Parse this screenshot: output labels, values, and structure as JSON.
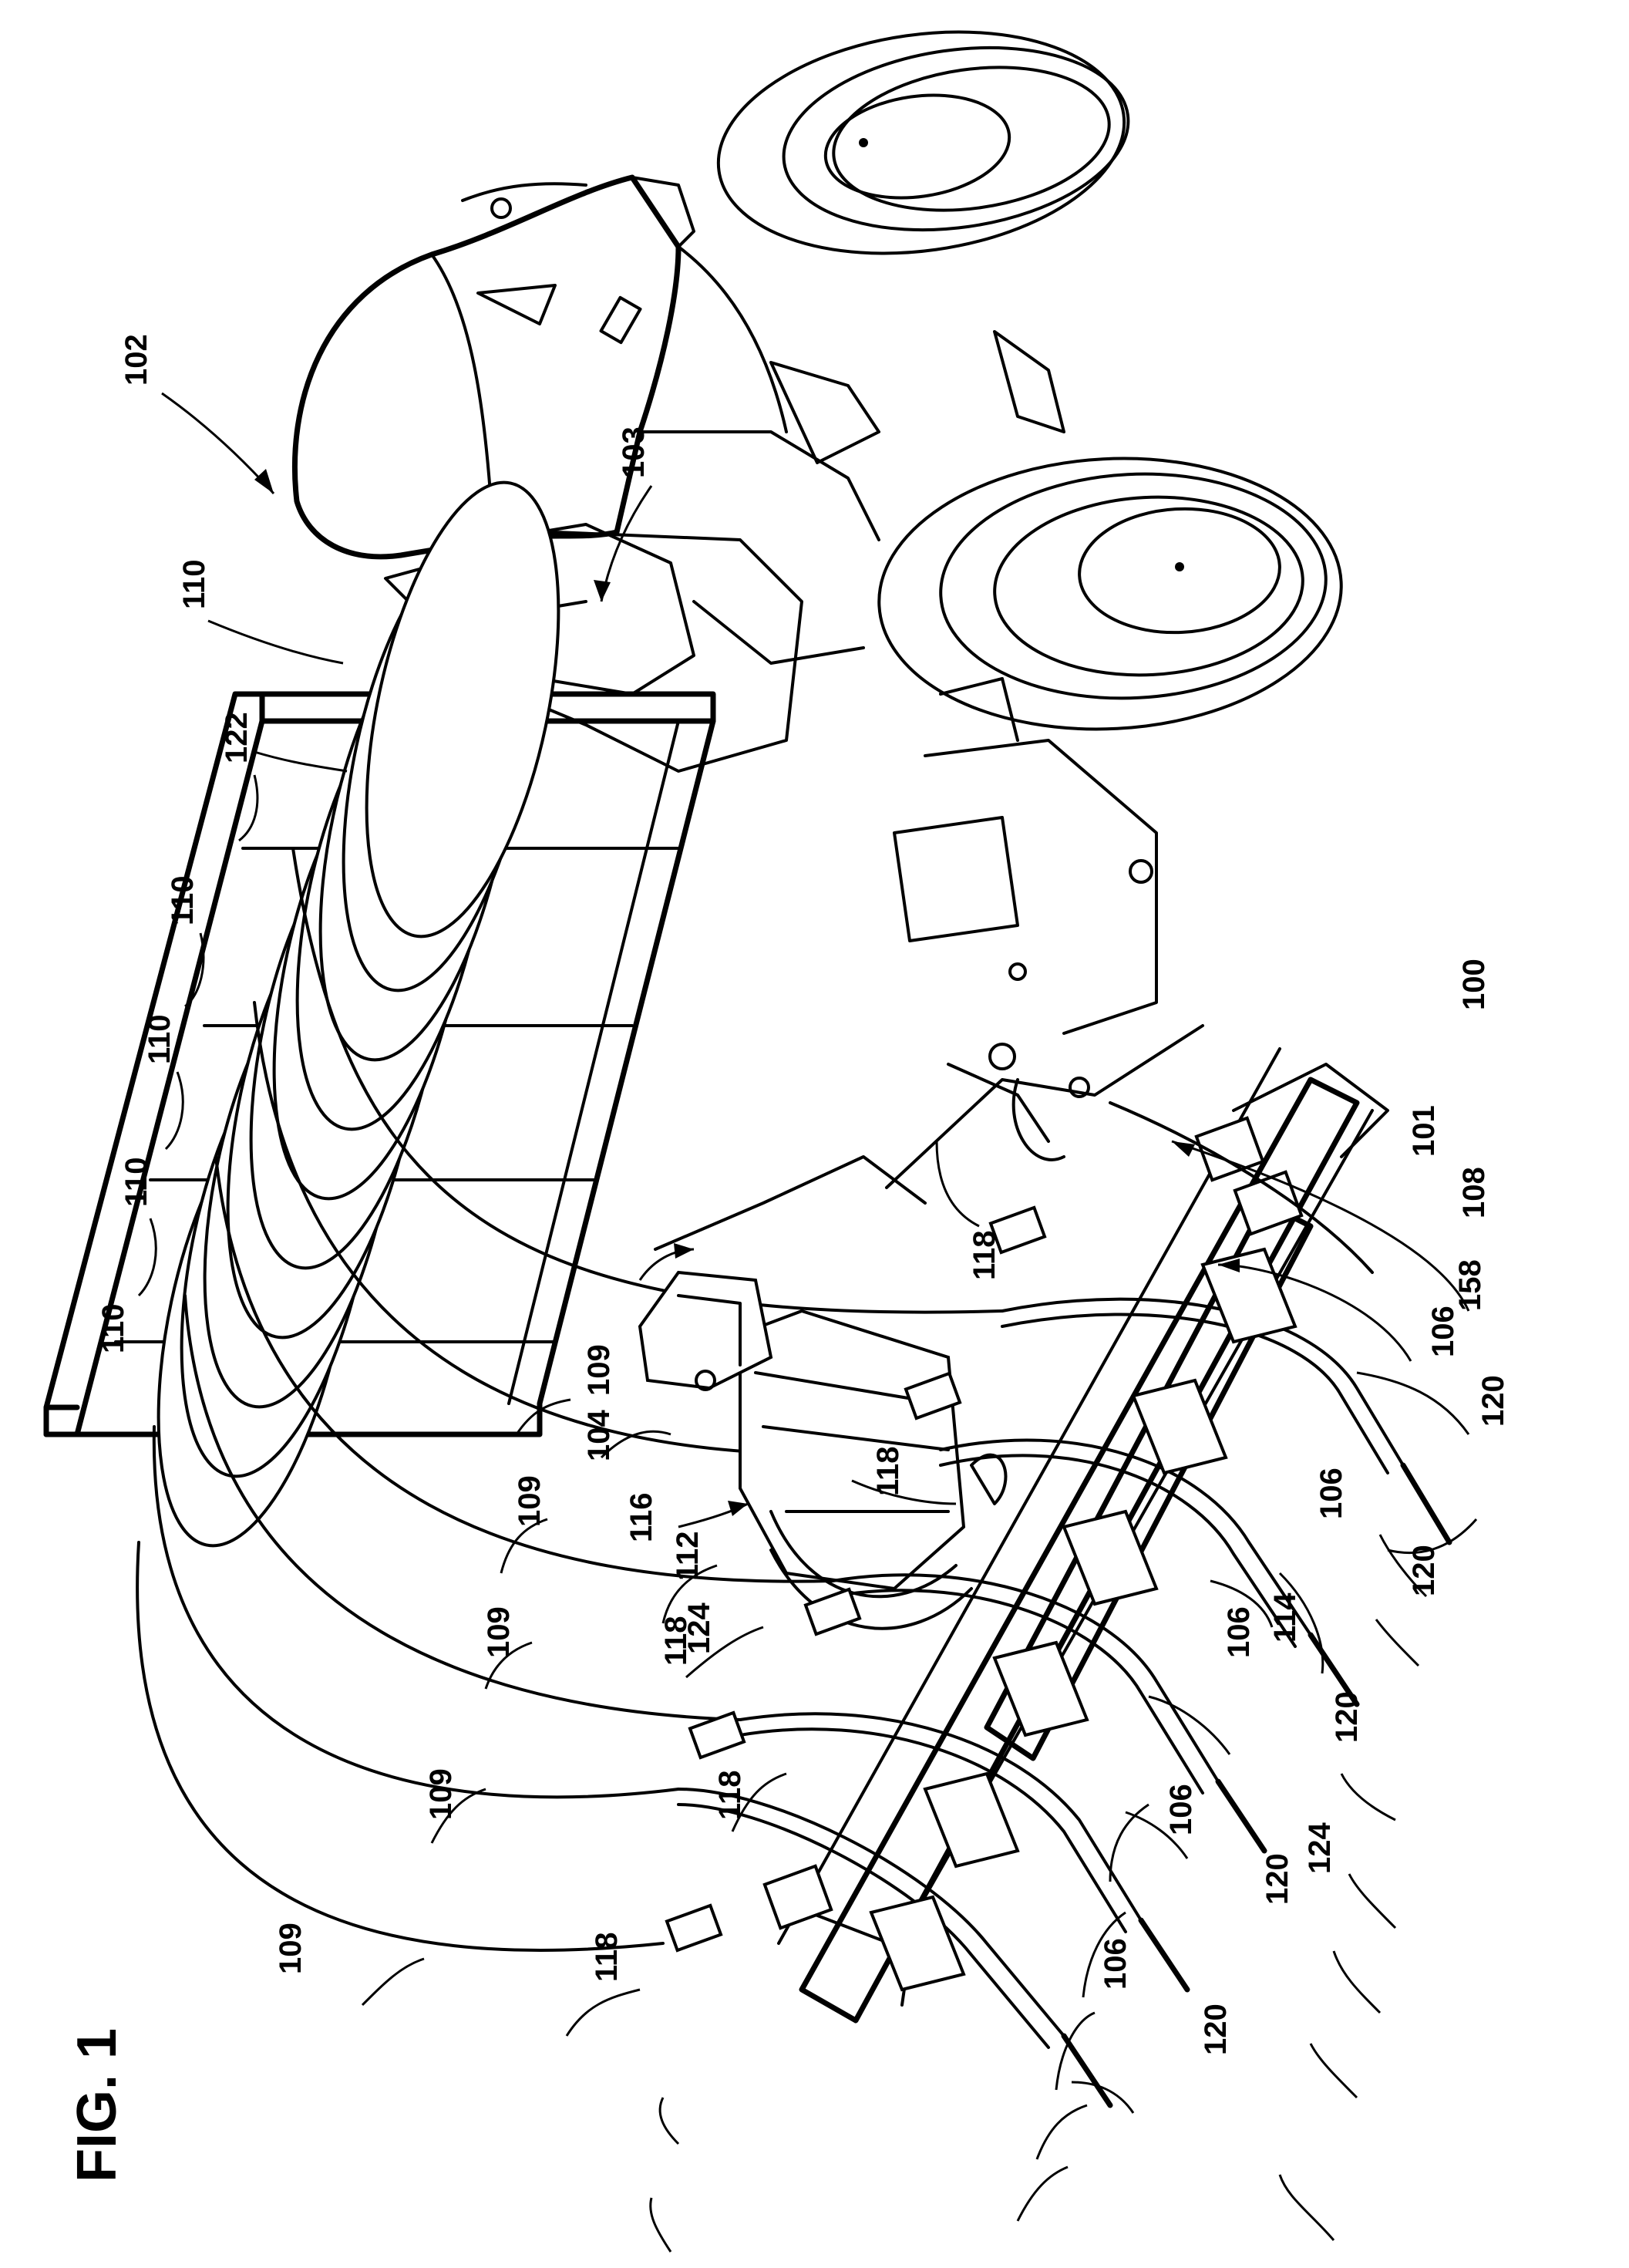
{
  "figure_title": "FIG. 1",
  "reference_numerals": {
    "r100": "100",
    "r101": "101",
    "r102": "102",
    "r103": "103",
    "r104": "104",
    "r106": "106",
    "r108": "108",
    "r109": "109",
    "r110": "110",
    "r112": "112",
    "r114": "114",
    "r116": "116",
    "r118": "118",
    "r120": "120",
    "r122": "122",
    "r124": "124",
    "r158": "158"
  }
}
